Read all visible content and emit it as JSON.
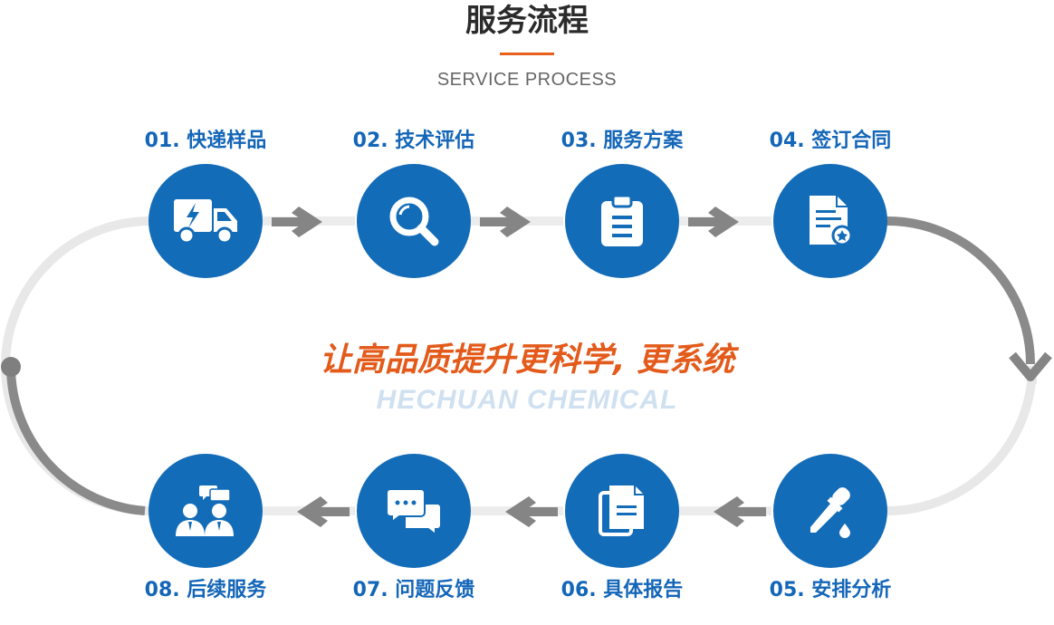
{
  "header": {
    "title": "服务流程",
    "subtitle": "SERVICE PROCESS"
  },
  "center": {
    "slogan": "让高品质提升更科学, 更系统",
    "brand": "HECHUAN CHEMICAL"
  },
  "steps": [
    {
      "label": "01. 快递样品",
      "icon": "delivery-truck-icon"
    },
    {
      "label": "02. 技术评估",
      "icon": "magnifier-icon"
    },
    {
      "label": "03. 服务方案",
      "icon": "clipboard-icon"
    },
    {
      "label": "04. 签订合同",
      "icon": "contract-document-icon"
    },
    {
      "label": "05. 安排分析",
      "icon": "dropper-icon"
    },
    {
      "label": "06. 具体报告",
      "icon": "report-pages-icon"
    },
    {
      "label": "07. 问题反馈",
      "icon": "chat-bubbles-icon"
    },
    {
      "label": "08. 后续服务",
      "icon": "support-team-icon"
    }
  ],
  "colors": {
    "accent": "#e8601c",
    "step_blue": "#136cb8",
    "label_blue": "#1466b8",
    "arrow_gray": "#858585",
    "track_gray": "#e8e8e8"
  }
}
